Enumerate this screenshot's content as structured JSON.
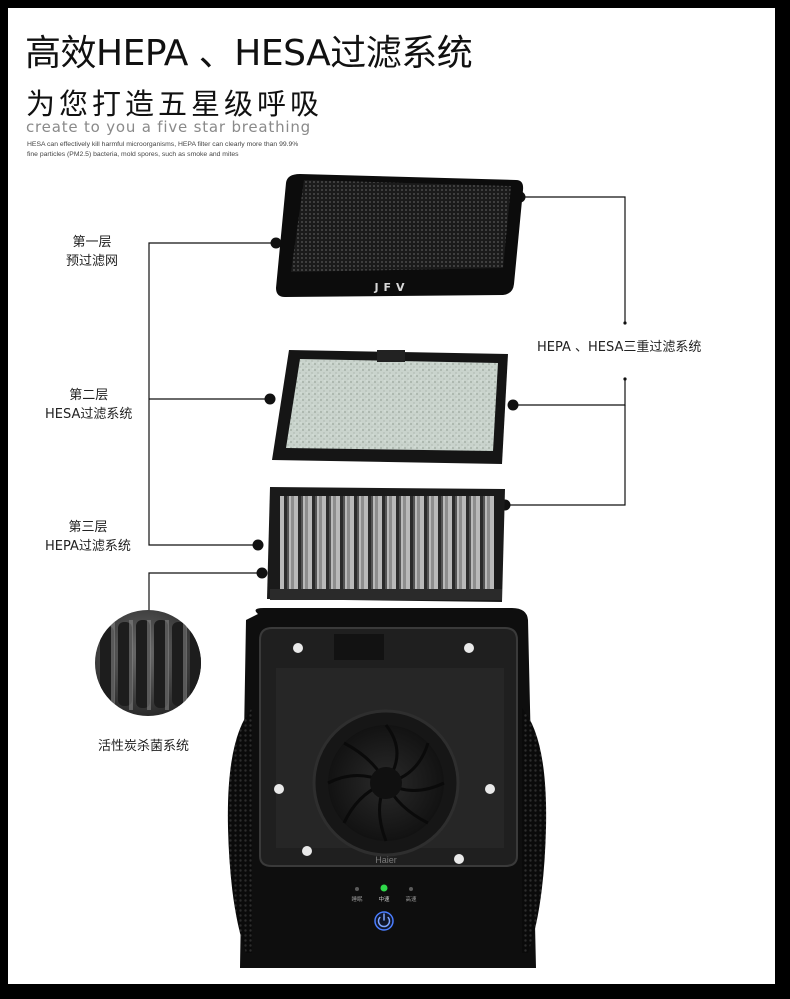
{
  "header": {
    "title": "高效HEPA 、HESA过滤系统",
    "subtitle_cn": "为您打造五星级呼吸",
    "subtitle_en": "create to you  a five star breathing",
    "description_line1": "HESA can effectively kill harmful microorganisms, HEPA filter can clearly more than 99.9%",
    "description_line2": "fine particles (PM2.5) bacteria, mold spores, such as smoke and mites"
  },
  "layers": [
    {
      "line1": "第一层",
      "line2": "预过滤网"
    },
    {
      "line1": "第二层",
      "line2": "HESA过滤系统"
    },
    {
      "line1": "第三层",
      "line2": "HEPA过滤系统"
    }
  ],
  "right_label": "HEPA 、HESA三重过滤系统",
  "carbon_label": "活性炭杀菌系统",
  "product": {
    "filter_brand": "JFV",
    "panel_left": "睡眠",
    "panel_center": "中速",
    "panel_right": "高速",
    "body_brand": "Haier"
  },
  "colors": {
    "background_border": "#000000",
    "page": "#ffffff",
    "device": "#0e0e0e",
    "indicator_green": "#2fd84a",
    "power_blue": "#4a7dff"
  }
}
